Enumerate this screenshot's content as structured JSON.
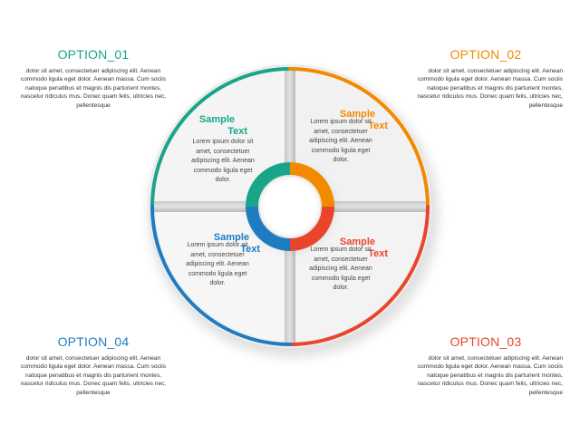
{
  "colors": {
    "option_1": "#1aa58a",
    "option_2": "#f18a00",
    "option_3": "#e8452c",
    "option_4": "#1f7cc1"
  },
  "options": [
    {
      "title": "OPTION_01",
      "body": "dolor sit amet, consectetuer adipiscing elit. Aenean commodo ligula eget dolor. Aenean massa. Cum sociis natoque penatibus et magnis dis parturient montes, nascetur ridiculus mus. Donec quam felis, ultricies nec, pellentesque"
    },
    {
      "title": "OPTION_02",
      "body": "dolor sit amet, consectetuer adipiscing elit. Aenean commodo ligula eget dolor. Aenean massa. Cum sociis natoque penatibus et magnis dis parturient montes, nascetur ridiculus mus. Donec quam felis, ultricies nec, pellentesque"
    },
    {
      "title": "OPTION_03",
      "body": "dolor sit amet, consectetuer adipiscing elit. Aenean commodo ligula eget dolor. Aenean massa. Cum sociis natoque penatibus et magnis dis parturient montes, nascetur ridiculus mus. Donec quam felis, ultricies nec, pellentesque"
    },
    {
      "title": "OPTION_04",
      "body": "dolor sit amet, consectetuer adipiscing elit. Aenean commodo ligula eget dolor. Aenean massa. Cum sociis natoque penatibus et magnis dis parturient montes, nascetur ridiculus mus. Donec quam felis, ultricies nec, pellentesque"
    }
  ],
  "quadrants": [
    {
      "title_line1": "Sample",
      "title_line2": "Text",
      "body": "Lorem ipsum dolor sit amet, consectetuer adipiscing elit. Aenean commodo ligula eget dolor."
    },
    {
      "title_line1": "Sample",
      "title_line2": "Text",
      "body": "Lorem ipsum dolor sit amet, consectetuer adipiscing elit. Aenean commodo ligula eget dolor."
    },
    {
      "title_line1": "Sample",
      "title_line2": "Text",
      "body": "Lorem ipsum dolor sit amet, consectetuer adipiscing elit. Aenean commodo ligula eget dolor."
    },
    {
      "title_line1": "Sample",
      "title_line2": "Text",
      "body": "Lorem ipsum dolor sit amet, consectetuer adipiscing elit. Aenean commodo ligula eget dolor."
    }
  ]
}
